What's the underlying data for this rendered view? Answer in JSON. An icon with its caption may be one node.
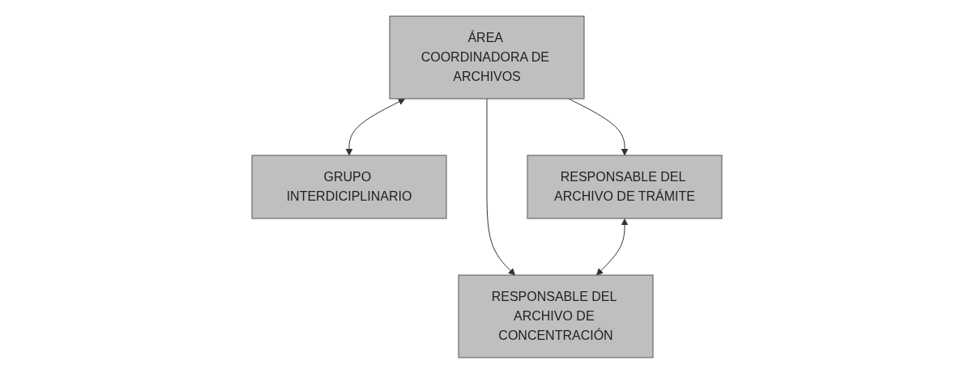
{
  "diagram": {
    "nodes": [
      {
        "text": [
          "ÁREA COORDINADORA DE ARCHIVOS"
        ]
      },
      {
        "text": [
          "GRUPO INTERDICIPLINARIO"
        ]
      },
      {
        "text": [
          "RESPONSABLE DEL ARCHIVO DE TRÁMITE"
        ]
      },
      {
        "text": [
          "RESPONSABLE DEL ARCHIVO DE CONCENTRACIÓN"
        ]
      }
    ],
    "edges": [
      {
        "from": 0,
        "to": 1,
        "arrow": "both"
      },
      {
        "from": 0,
        "to": 2,
        "arrow": "to"
      },
      {
        "from": 0,
        "to": 3,
        "arrow": "to"
      },
      {
        "from": 2,
        "to": 3,
        "arrow": "both"
      }
    ]
  }
}
